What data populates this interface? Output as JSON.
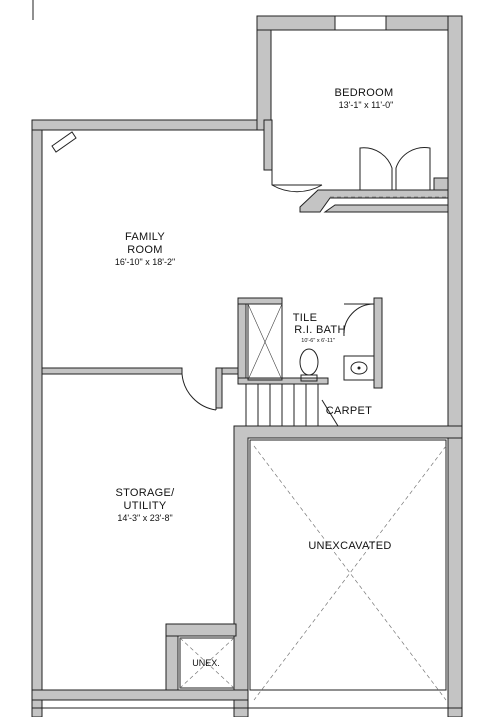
{
  "rooms": {
    "bedroom": {
      "name": "BEDROOM",
      "dims": "13'-1\" x 11'-0\""
    },
    "family_room": {
      "name_line1": "FAMILY",
      "name_line2": "ROOM",
      "dims": "16'-10\" x 18'-2\""
    },
    "bath": {
      "finish": "TILE",
      "name": "R.I. BATH",
      "dims": "10'-6\" x 6'-11\""
    },
    "carpet": {
      "name": "CARPET"
    },
    "storage": {
      "name_line1": "STORAGE/",
      "name_line2": "UTILITY",
      "dims": "14'-3\" x 23'-8\""
    },
    "unexcavated": {
      "name": "UNEXCAVATED"
    },
    "unex_small": {
      "name": "UNEX."
    }
  }
}
